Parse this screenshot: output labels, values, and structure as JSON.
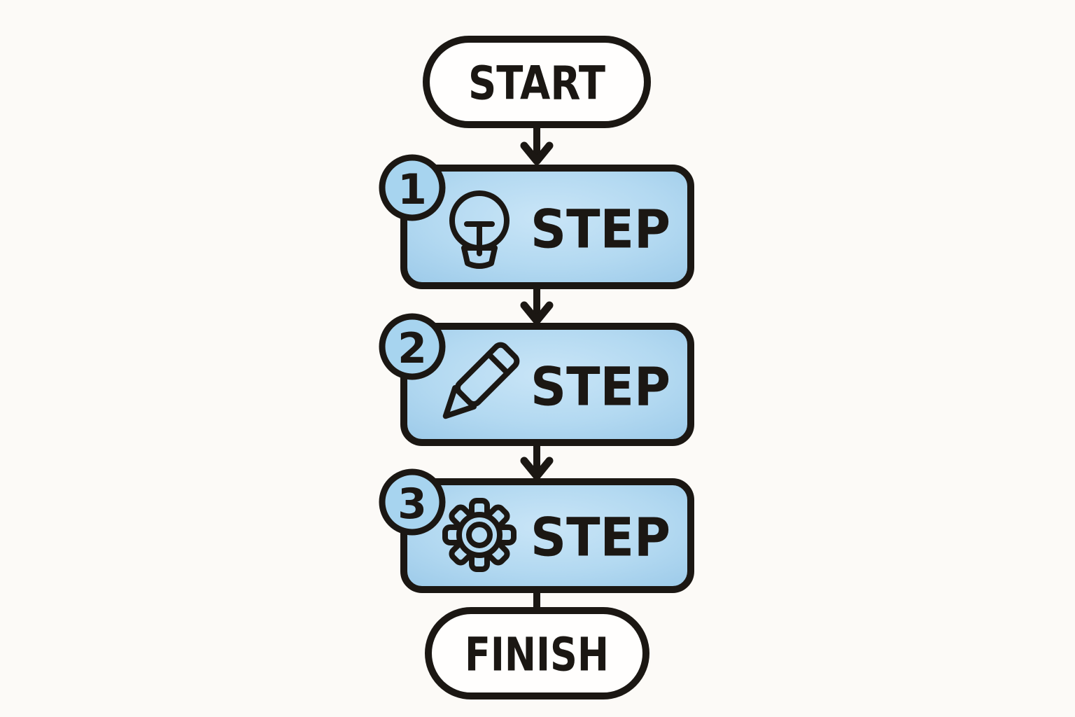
{
  "page": {
    "background_color": "#fcfaf7"
  },
  "colors": {
    "outline": "#1b1713",
    "text": "#1b1713",
    "step_box_fill": "#a8d4ef",
    "step_box_fill_light": "#c9e5f7",
    "badge_fill": "#a7d4ef",
    "terminal_fill": "#fffefd"
  },
  "flowchart": {
    "start": {
      "label": "START",
      "shape": "pill"
    },
    "steps": [
      {
        "number": "1",
        "label": "STEP",
        "icon": "lightbulb-icon"
      },
      {
        "number": "2",
        "label": "STEP",
        "icon": "pencil-icon"
      },
      {
        "number": "3",
        "label": "STEP",
        "icon": "gear-icon"
      }
    ],
    "finish": {
      "label": "FINISH",
      "shape": "pill"
    },
    "connectors": [
      {
        "from": "start",
        "to": "step-1",
        "arrowhead": true
      },
      {
        "from": "step-1",
        "to": "step-2",
        "arrowhead": true
      },
      {
        "from": "step-2",
        "to": "step-3",
        "arrowhead": true
      },
      {
        "from": "step-3",
        "to": "finish",
        "arrowhead": false
      }
    ]
  }
}
